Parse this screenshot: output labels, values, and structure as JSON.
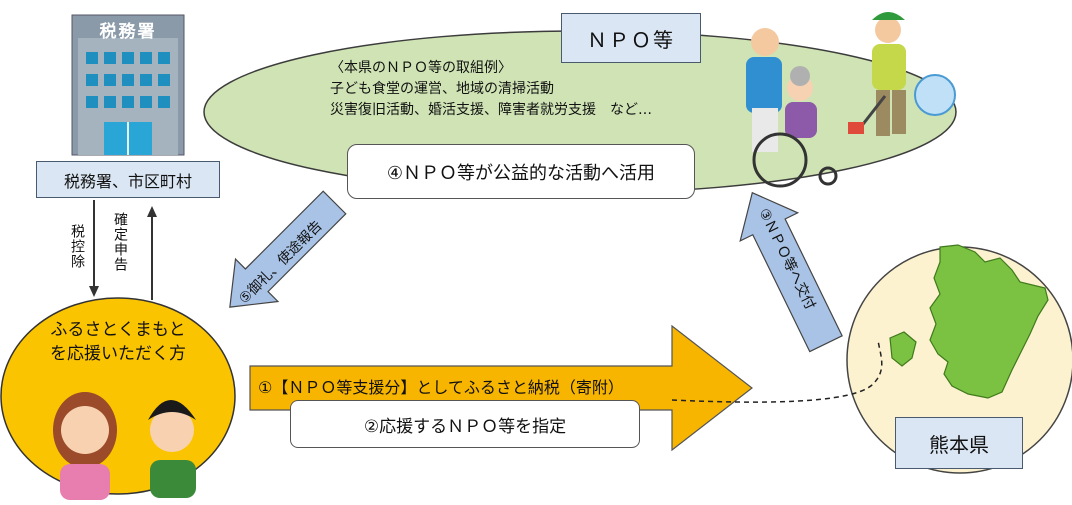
{
  "tax_office": {
    "sign": "税務署",
    "label": "税務署、市区町村"
  },
  "npo": {
    "title": "ＮＰＯ等",
    "examples_heading": "〈本県のＮＰＯ等の取組例〉",
    "examples_line1": "子ども食堂の運営、地域の清掃活動",
    "examples_line2": "災害復旧活動、婚活支援、障害者就労支援　など…",
    "public_use": "④ＮＰＯ等が公益的な活動へ活用"
  },
  "flows": {
    "tax_deduction": "税控除",
    "final_return": "確定申告",
    "report": "⑤御礼、使途報告",
    "grant": "③ＮＰＯ等へ交付",
    "donation": "①【ＮＰＯ等支援分】としてふるさと納税（寄附）",
    "designate": "②応援するＮＰＯ等を指定"
  },
  "supporters": {
    "label_line1": "ふるさとくまもと",
    "label_line2": "を応援いただく方"
  },
  "prefecture": {
    "label": "熊本県"
  },
  "colors": {
    "ellipse_green": "#cfe3b4",
    "orange": "#f7b500",
    "arrow_blue": "#a9c3e6",
    "label_blue": "#dbe6f4",
    "map_green": "#7bc142"
  }
}
